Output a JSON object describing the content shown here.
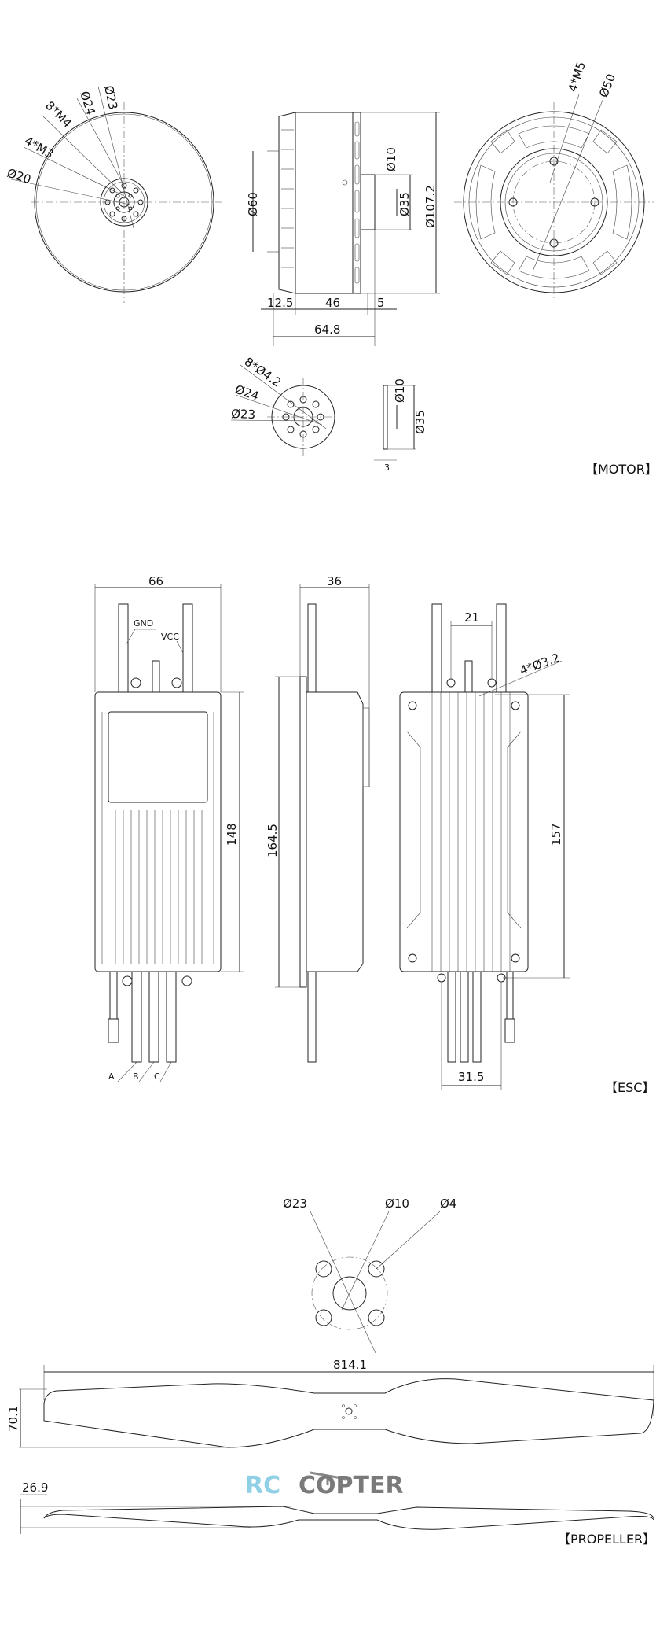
{
  "motor": {
    "section_label": "【MOTOR】",
    "front_view": {
      "d20": "Ø20",
      "m3": "4*M3",
      "m4": "8*M4",
      "d24": "Ø24",
      "d23": "Ø23"
    },
    "side_view": {
      "d60": "Ø60",
      "d10": "Ø10",
      "d35": "Ø35",
      "d107": "Ø107.2",
      "len_12_5": "12.5",
      "len_46": "46",
      "len_5": "5",
      "len_total": "64.8"
    },
    "rear_view": {
      "m5": "4*M5",
      "d50": "Ø50"
    },
    "flange": {
      "holes": "8*Ø4.2",
      "d24": "Ø24",
      "d23": "Ø23",
      "d10": "Ø10",
      "d35": "Ø35",
      "thickness": "3"
    }
  },
  "esc": {
    "section_label": "【ESC】",
    "width": "66",
    "gnd": "GND",
    "vcc": "VCC",
    "height_body": "148",
    "depth": "36",
    "height_total": "164.5",
    "hole_spacing_top": "21",
    "holes": "4*Ø3.2",
    "hole_spacing_vertical": "157",
    "hole_spacing_bottom": "31.5",
    "phase_a": "A",
    "phase_b": "B",
    "phase_c": "C"
  },
  "propeller": {
    "section_label": "【PROPELLER】",
    "hub_d23": "Ø23",
    "hub_d10": "Ø10",
    "hub_d4": "Ø4",
    "length": "814.1",
    "width": "70.1",
    "thickness": "26.9"
  },
  "watermark": {
    "part1": "RC",
    "part2": "COPTER"
  }
}
